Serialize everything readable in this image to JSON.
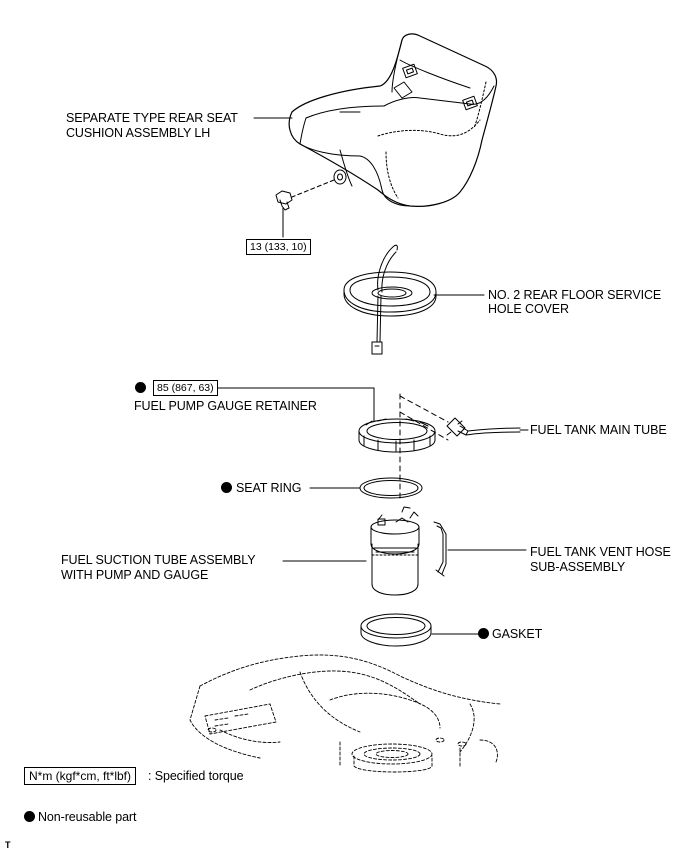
{
  "parts": {
    "seat_cushion": [
      "SEPARATE TYPE REAR SEAT",
      "CUSHION ASSEMBLY LH"
    ],
    "service_hole_cover": [
      "NO. 2 REAR FLOOR SERVICE",
      "HOLE COVER"
    ],
    "gauge_retainer": "FUEL PUMP GAUGE RETAINER",
    "main_tube": "FUEL TANK MAIN TUBE",
    "seat_ring": "SEAT RING",
    "suction_tube": [
      "FUEL SUCTION TUBE ASSEMBLY",
      "WITH  PUMP AND GAUGE"
    ],
    "vent_hose": [
      "FUEL TANK VENT HOSE",
      "SUB-ASSEMBLY"
    ],
    "gasket": "GASKET"
  },
  "torques": {
    "seat_bolt": "13 (133, 10)",
    "retainer": "85 (867, 63)"
  },
  "legend": {
    "torque_box": "N*m (kgf*cm, ft*lbf)",
    "torque_desc": ": Specified torque",
    "nonreusable_desc": "Non-reusable part"
  },
  "footer_mark": "T"
}
